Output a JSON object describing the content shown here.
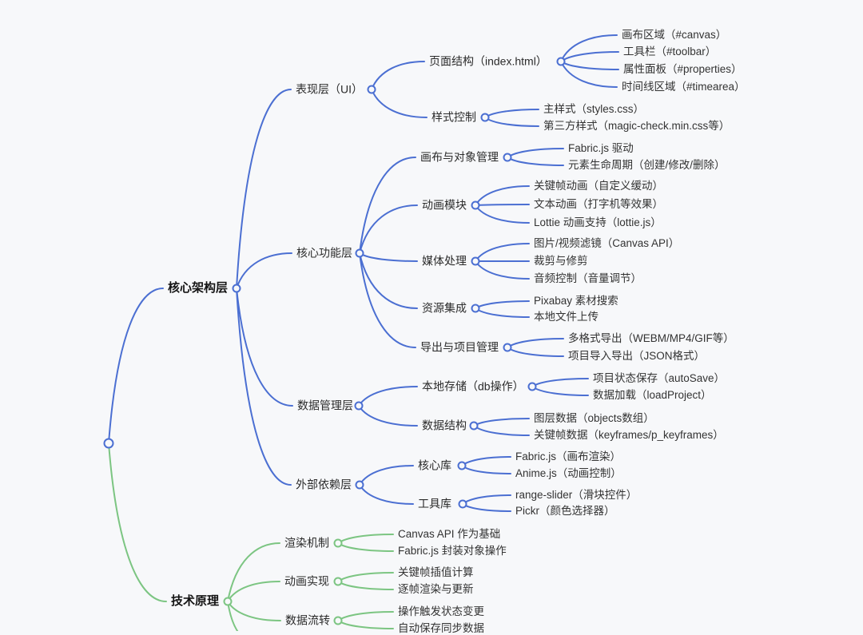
{
  "colors": {
    "branch_blue": "#4b6fd2",
    "branch_green": "#7cc582",
    "background": "#f7f8fa",
    "text": "#333333"
  },
  "mindmap": {
    "branches": [
      {
        "label": "核心架构层",
        "children": [
          {
            "label": "表现层（UI）",
            "children": [
              {
                "label": "页面结构（index.html）",
                "children": [
                  {
                    "label": "画布区域（#canvas）"
                  },
                  {
                    "label": "工具栏（#toolbar）"
                  },
                  {
                    "label": "属性面板（#properties）"
                  },
                  {
                    "label": "时间线区域（#timearea）"
                  }
                ]
              },
              {
                "label": "样式控制",
                "children": [
                  {
                    "label": "主样式（styles.css）"
                  },
                  {
                    "label": "第三方样式（magic-check.min.css等）"
                  }
                ]
              }
            ]
          },
          {
            "label": "核心功能层",
            "children": [
              {
                "label": "画布与对象管理",
                "children": [
                  {
                    "label": "Fabric.js 驱动"
                  },
                  {
                    "label": "元素生命周期（创建/修改/删除）"
                  }
                ]
              },
              {
                "label": "动画模块",
                "children": [
                  {
                    "label": "关键帧动画（自定义缓动）"
                  },
                  {
                    "label": "文本动画（打字机等效果）"
                  },
                  {
                    "label": "Lottie 动画支持（lottie.js）"
                  }
                ]
              },
              {
                "label": "媒体处理",
                "children": [
                  {
                    "label": "图片/视频滤镜（Canvas API）"
                  },
                  {
                    "label": "裁剪与修剪"
                  },
                  {
                    "label": "音频控制（音量调节）"
                  }
                ]
              },
              {
                "label": "资源集成",
                "children": [
                  {
                    "label": "Pixabay 素材搜索"
                  },
                  {
                    "label": "本地文件上传"
                  }
                ]
              },
              {
                "label": "导出与项目管理",
                "children": [
                  {
                    "label": "多格式导出（WEBM/MP4/GIF等）"
                  },
                  {
                    "label": "项目导入导出（JSON格式）"
                  }
                ]
              }
            ]
          },
          {
            "label": "数据管理层",
            "children": [
              {
                "label": "本地存储（db操作）",
                "children": [
                  {
                    "label": "项目状态保存（autoSave）"
                  },
                  {
                    "label": "数据加载（loadProject）"
                  }
                ]
              },
              {
                "label": "数据结构",
                "children": [
                  {
                    "label": "图层数据（objects数组）"
                  },
                  {
                    "label": "关键帧数据（keyframes/p_keyframes）"
                  }
                ]
              }
            ]
          },
          {
            "label": "外部依赖层",
            "children": [
              {
                "label": "核心库",
                "children": [
                  {
                    "label": "Fabric.js（画布渲染）"
                  },
                  {
                    "label": "Anime.js（动画控制）"
                  }
                ]
              },
              {
                "label": "工具库",
                "children": [
                  {
                    "label": "range-slider（滑块控件）"
                  },
                  {
                    "label": "Pickr（颜色选择器）"
                  }
                ]
              }
            ]
          }
        ]
      },
      {
        "label": "技术原理",
        "children": [
          {
            "label": "渲染机制",
            "children": [
              {
                "label": "Canvas API 作为基础"
              },
              {
                "label": "Fabric.js 封装对象操作"
              }
            ]
          },
          {
            "label": "动画实现",
            "children": [
              {
                "label": "关键帧插值计算"
              },
              {
                "label": "逐帧渲染与更新"
              }
            ]
          },
          {
            "label": "数据流转",
            "children": [
              {
                "label": "操作触发状态变更"
              },
              {
                "label": "自动保存同步数据"
              }
            ]
          }
        ]
      }
    ]
  }
}
